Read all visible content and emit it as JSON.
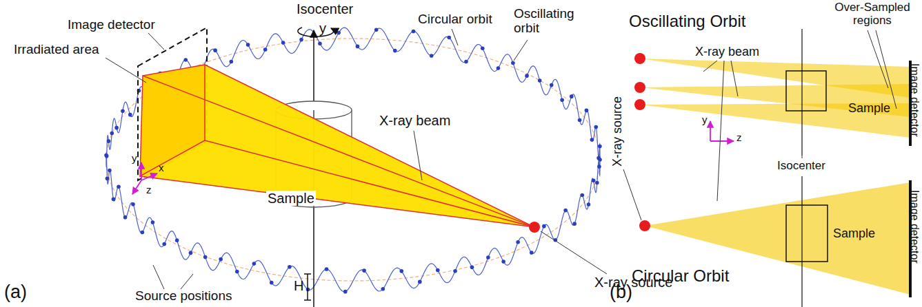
{
  "diagram": {
    "labels": [
      "Isocenter",
      "y",
      "Circular orbit",
      "Oscillating orbit",
      "Image detector",
      "Irradiated area",
      "y",
      "x",
      "z",
      "X-ray beam",
      "Sample",
      "H",
      "X-ray source",
      "Source positions",
      "(a)",
      "Oscillating Orbit",
      "Over-Sampled regions",
      "Image detector",
      "X-ray source",
      "X-ray beam",
      "Sample",
      "y",
      "z",
      "Isocenter",
      "Image detector",
      "Sample",
      "Circular Orbit",
      "(b)"
    ]
  }
}
